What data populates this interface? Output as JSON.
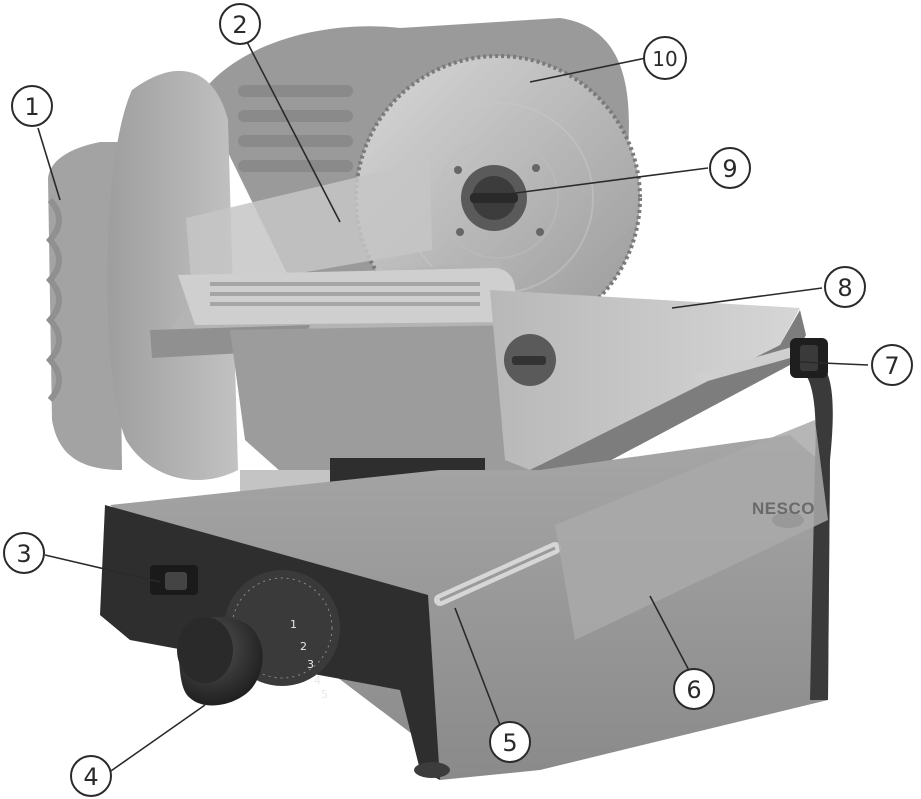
{
  "brand": "NESCO",
  "dial_numbers": [
    "1",
    "2",
    "3",
    "4",
    "5"
  ],
  "callouts": [
    {
      "id": "1",
      "label": "1"
    },
    {
      "id": "2",
      "label": "2"
    },
    {
      "id": "3",
      "label": "3"
    },
    {
      "id": "4",
      "label": "4"
    },
    {
      "id": "5",
      "label": "5"
    },
    {
      "id": "6",
      "label": "6"
    },
    {
      "id": "7",
      "label": "7"
    },
    {
      "id": "8",
      "label": "8"
    },
    {
      "id": "9",
      "label": "9"
    },
    {
      "id": "10",
      "label": "10"
    }
  ]
}
